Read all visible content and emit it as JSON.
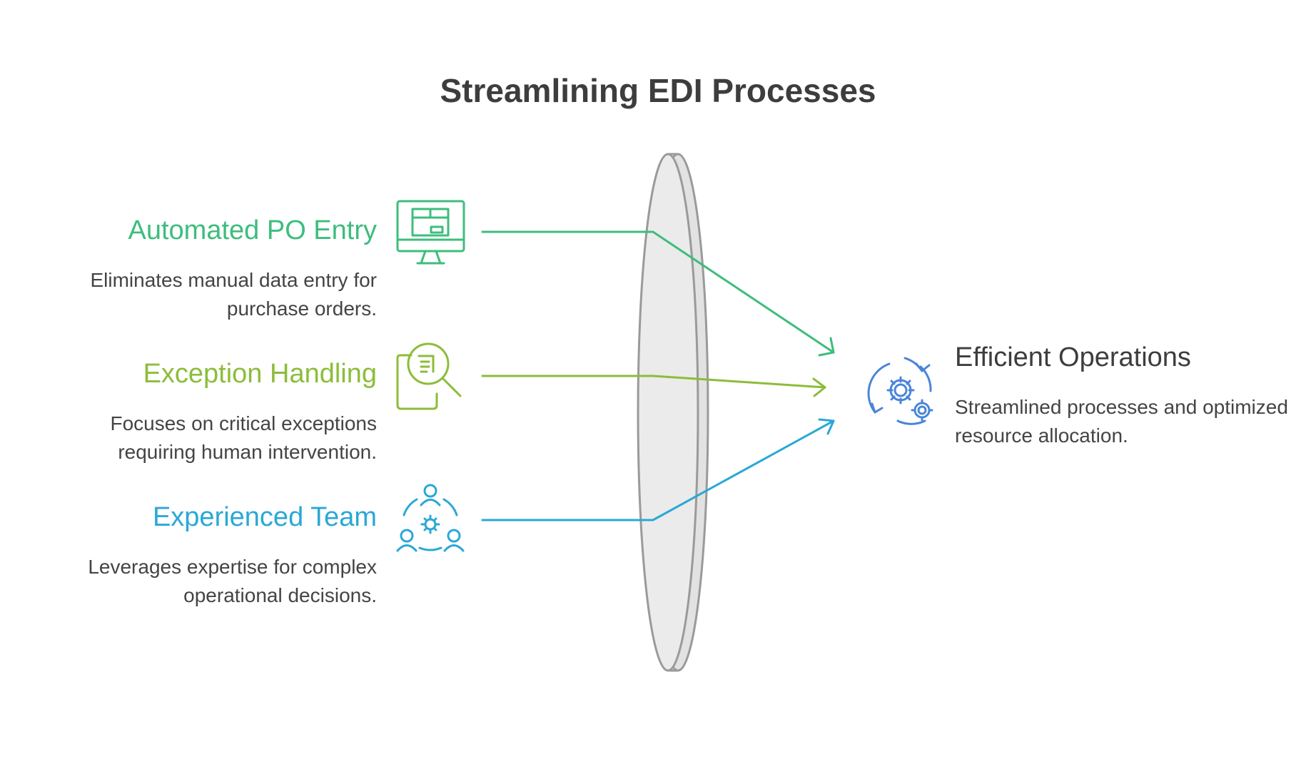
{
  "title": "Streamlining EDI Processes",
  "inputs": [
    {
      "title": "Automated PO Entry",
      "description": "Eliminates manual data entry for purchase orders.",
      "color": "#3dbd7d",
      "icon": "monitor-package-icon"
    },
    {
      "title": "Exception Handling",
      "description": "Focuses on critical exceptions requiring human intervention.",
      "color": "#8cbd3a",
      "icon": "document-search-icon"
    },
    {
      "title": "Experienced Team",
      "description": "Leverages expertise for complex operational decisions.",
      "color": "#2aa8d6",
      "icon": "team-gear-icon"
    }
  ],
  "output": {
    "title": "Efficient Operations",
    "description": "Streamlined processes and optimized resource allocation.",
    "color": "#4a85d8",
    "icon": "gears-cycle-icon"
  },
  "lens": {
    "fill": "#ebebeb",
    "stroke": "#9a9a9a"
  }
}
